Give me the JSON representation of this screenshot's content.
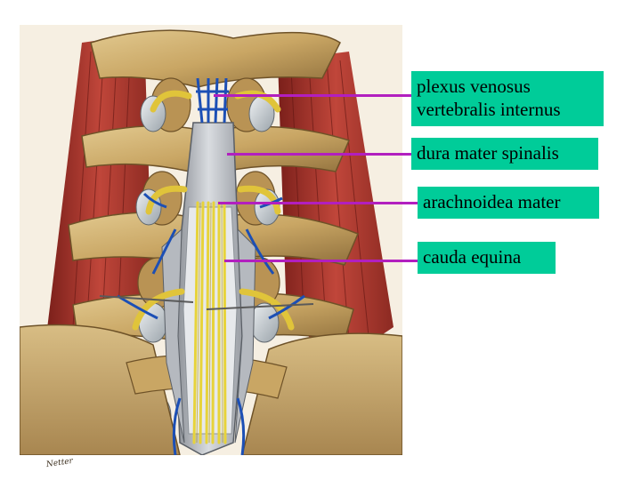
{
  "labels": [
    {
      "text": "plexus venosus vertebralis internus"
    },
    {
      "text": "dura mater spinalis"
    },
    {
      "text": "arachnoidea mater"
    },
    {
      "text": "cauda equina"
    }
  ],
  "colors": {
    "label_background": "#00cc99",
    "leader_line": "#b21fbf",
    "background": "#ffffff"
  },
  "illustration": {
    "signature_text": "Netter"
  }
}
